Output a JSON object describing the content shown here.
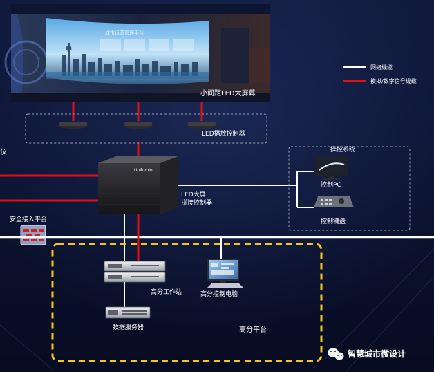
{
  "led_wall": {
    "label": "小间距LED大屏幕",
    "screen_caption": "城市运营管理平台"
  },
  "legend": {
    "network_line": "网络线缆",
    "signal_line": "模拟/数字信号线缆",
    "colors": {
      "network": "#ffffff",
      "signal": "#e01010"
    }
  },
  "play_controller": {
    "label": "LED播放控制器"
  },
  "splicer": {
    "label_line1": "LED大屏",
    "label_line2": "拼接控制器",
    "brand": "Unilumin"
  },
  "left_edge_text": "仪",
  "control_system": {
    "title": "操控系统",
    "pc_label": "控制PC",
    "keyboard_label": "控制键盘"
  },
  "security": {
    "label": "安全接入平台"
  },
  "hd_platform": {
    "title": "高分平台",
    "workstation_label": "高分工作站",
    "control_pc_label": "高分控制电脑",
    "data_server_label": "数据服务器",
    "border_color": "#f5c518"
  },
  "watermark": {
    "text": "智慧城市微设计",
    "icon": "wechat-icon"
  }
}
